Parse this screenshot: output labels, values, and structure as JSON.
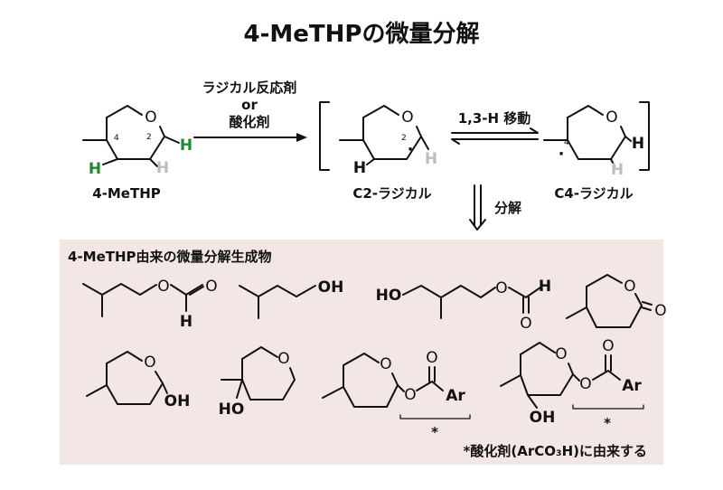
{
  "title": "4-MeTHPの微量分解",
  "reaction": {
    "reagent_line1": "ラジカル反応剤",
    "reagent_line2": "or",
    "reagent_line3": "酸化剤",
    "shift_label": "1,3-H 移動",
    "decomp_label": "分解"
  },
  "molecules": {
    "start_name": "4-MeTHP",
    "c2_name": "C2-ラジカル",
    "c4_name": "C4-ラジカル",
    "O": "O",
    "H": "H",
    "OH": "OH",
    "HO": "HO",
    "Ar": "Ar",
    "dot": "·",
    "pos2": "2",
    "pos4": "4",
    "asterisk": "*"
  },
  "products": {
    "heading": "4-MeTHP由来の微量分解生成物",
    "footnote": "*酸化剤(ArCO₃H)に由来する"
  },
  "colors": {
    "panel_bg": "#f3e7e6",
    "green_H": "#1f8a2e",
    "grey_H": "#bdbdbd",
    "ink": "#111111"
  }
}
